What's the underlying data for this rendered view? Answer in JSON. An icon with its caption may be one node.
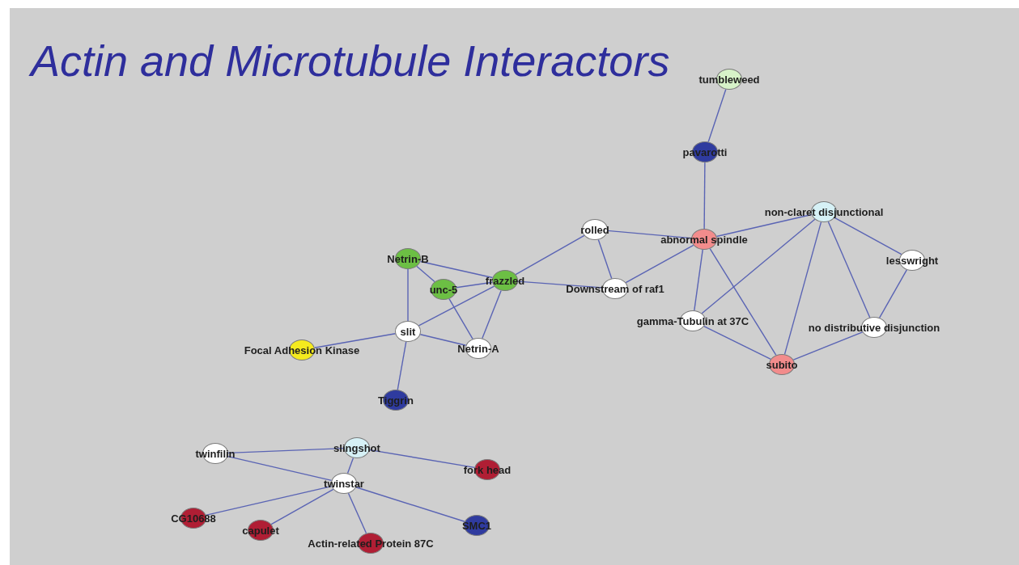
{
  "diagram": {
    "title": "Actin and Microtubule Interactors",
    "nodes": [
      {
        "text": [
          "tumbleweed"
        ]
      },
      {
        "text": [
          "pavarotti"
        ]
      },
      {
        "text": [
          "non-claret disjunctional"
        ]
      },
      {
        "text": [
          "rolled"
        ]
      },
      {
        "text": [
          "abnormal spindle"
        ]
      },
      {
        "text": [
          "Netrin-B"
        ]
      },
      {
        "text": [
          "lesswright"
        ]
      },
      {
        "text": [
          "frazzled"
        ]
      },
      {
        "text": [
          "unc-5"
        ]
      },
      {
        "text": [
          "Downstream of raf1"
        ]
      },
      {
        "text": [
          "gamma-Tubulin at 37C"
        ]
      },
      {
        "text": [
          "no distributive disjunction"
        ]
      },
      {
        "text": [
          "slit"
        ]
      },
      {
        "text": [
          "Netrin-A"
        ]
      },
      {
        "text": [
          "Focal Adhesion Kinase"
        ]
      },
      {
        "text": [
          "subito"
        ]
      },
      {
        "text": [
          "Tiggrin"
        ]
      },
      {
        "text": [
          "slingshot"
        ]
      },
      {
        "text": [
          "twinfilin"
        ]
      },
      {
        "text": [
          "twinstar"
        ]
      },
      {
        "text": [
          "fork head"
        ]
      },
      {
        "text": [
          "CG10688"
        ]
      },
      {
        "text": [
          "SMC1"
        ]
      },
      {
        "text": [
          "capulet"
        ]
      },
      {
        "text": [
          "Actin-related Protein 87C"
        ]
      }
    ],
    "edges": [
      {
        "from": 0,
        "to": 1,
        "arrow": "none"
      },
      {
        "from": 1,
        "to": 4,
        "arrow": "none"
      },
      {
        "from": 3,
        "to": 4,
        "arrow": "none"
      },
      {
        "from": 4,
        "to": 2,
        "arrow": "none"
      },
      {
        "from": 3,
        "to": 9,
        "arrow": "none"
      },
      {
        "from": 3,
        "to": 7,
        "arrow": "none"
      },
      {
        "from": 7,
        "to": 9,
        "arrow": "none"
      },
      {
        "from": 9,
        "to": 4,
        "arrow": "none"
      },
      {
        "from": 4,
        "to": 10,
        "arrow": "none"
      },
      {
        "from": 4,
        "to": 15,
        "arrow": "none"
      },
      {
        "from": 2,
        "to": 10,
        "arrow": "none"
      },
      {
        "from": 2,
        "to": 15,
        "arrow": "none"
      },
      {
        "from": 2,
        "to": 11,
        "arrow": "none"
      },
      {
        "from": 2,
        "to": 6,
        "arrow": "none"
      },
      {
        "from": 6,
        "to": 11,
        "arrow": "none"
      },
      {
        "from": 10,
        "to": 15,
        "arrow": "none"
      },
      {
        "from": 11,
        "to": 15,
        "arrow": "none"
      },
      {
        "from": 5,
        "to": 8,
        "arrow": "none"
      },
      {
        "from": 5,
        "to": 7,
        "arrow": "none"
      },
      {
        "from": 5,
        "to": 12,
        "arrow": "none"
      },
      {
        "from": 8,
        "to": 7,
        "arrow": "none"
      },
      {
        "from": 8,
        "to": 13,
        "arrow": "none"
      },
      {
        "from": 7,
        "to": 12,
        "arrow": "none"
      },
      {
        "from": 7,
        "to": 13,
        "arrow": "none"
      },
      {
        "from": 12,
        "to": 13,
        "arrow": "none"
      },
      {
        "from": 12,
        "to": 14,
        "arrow": "none"
      },
      {
        "from": 12,
        "to": 16,
        "arrow": "none"
      },
      {
        "from": 18,
        "to": 17,
        "arrow": "none"
      },
      {
        "from": 18,
        "to": 19,
        "arrow": "none"
      },
      {
        "from": 17,
        "to": 19,
        "arrow": "none"
      },
      {
        "from": 17,
        "to": 20,
        "arrow": "none"
      },
      {
        "from": 19,
        "to": 21,
        "arrow": "none"
      },
      {
        "from": 19,
        "to": 23,
        "arrow": "none"
      },
      {
        "from": 19,
        "to": 24,
        "arrow": "none"
      },
      {
        "from": 19,
        "to": 22,
        "arrow": "none"
      }
    ]
  }
}
